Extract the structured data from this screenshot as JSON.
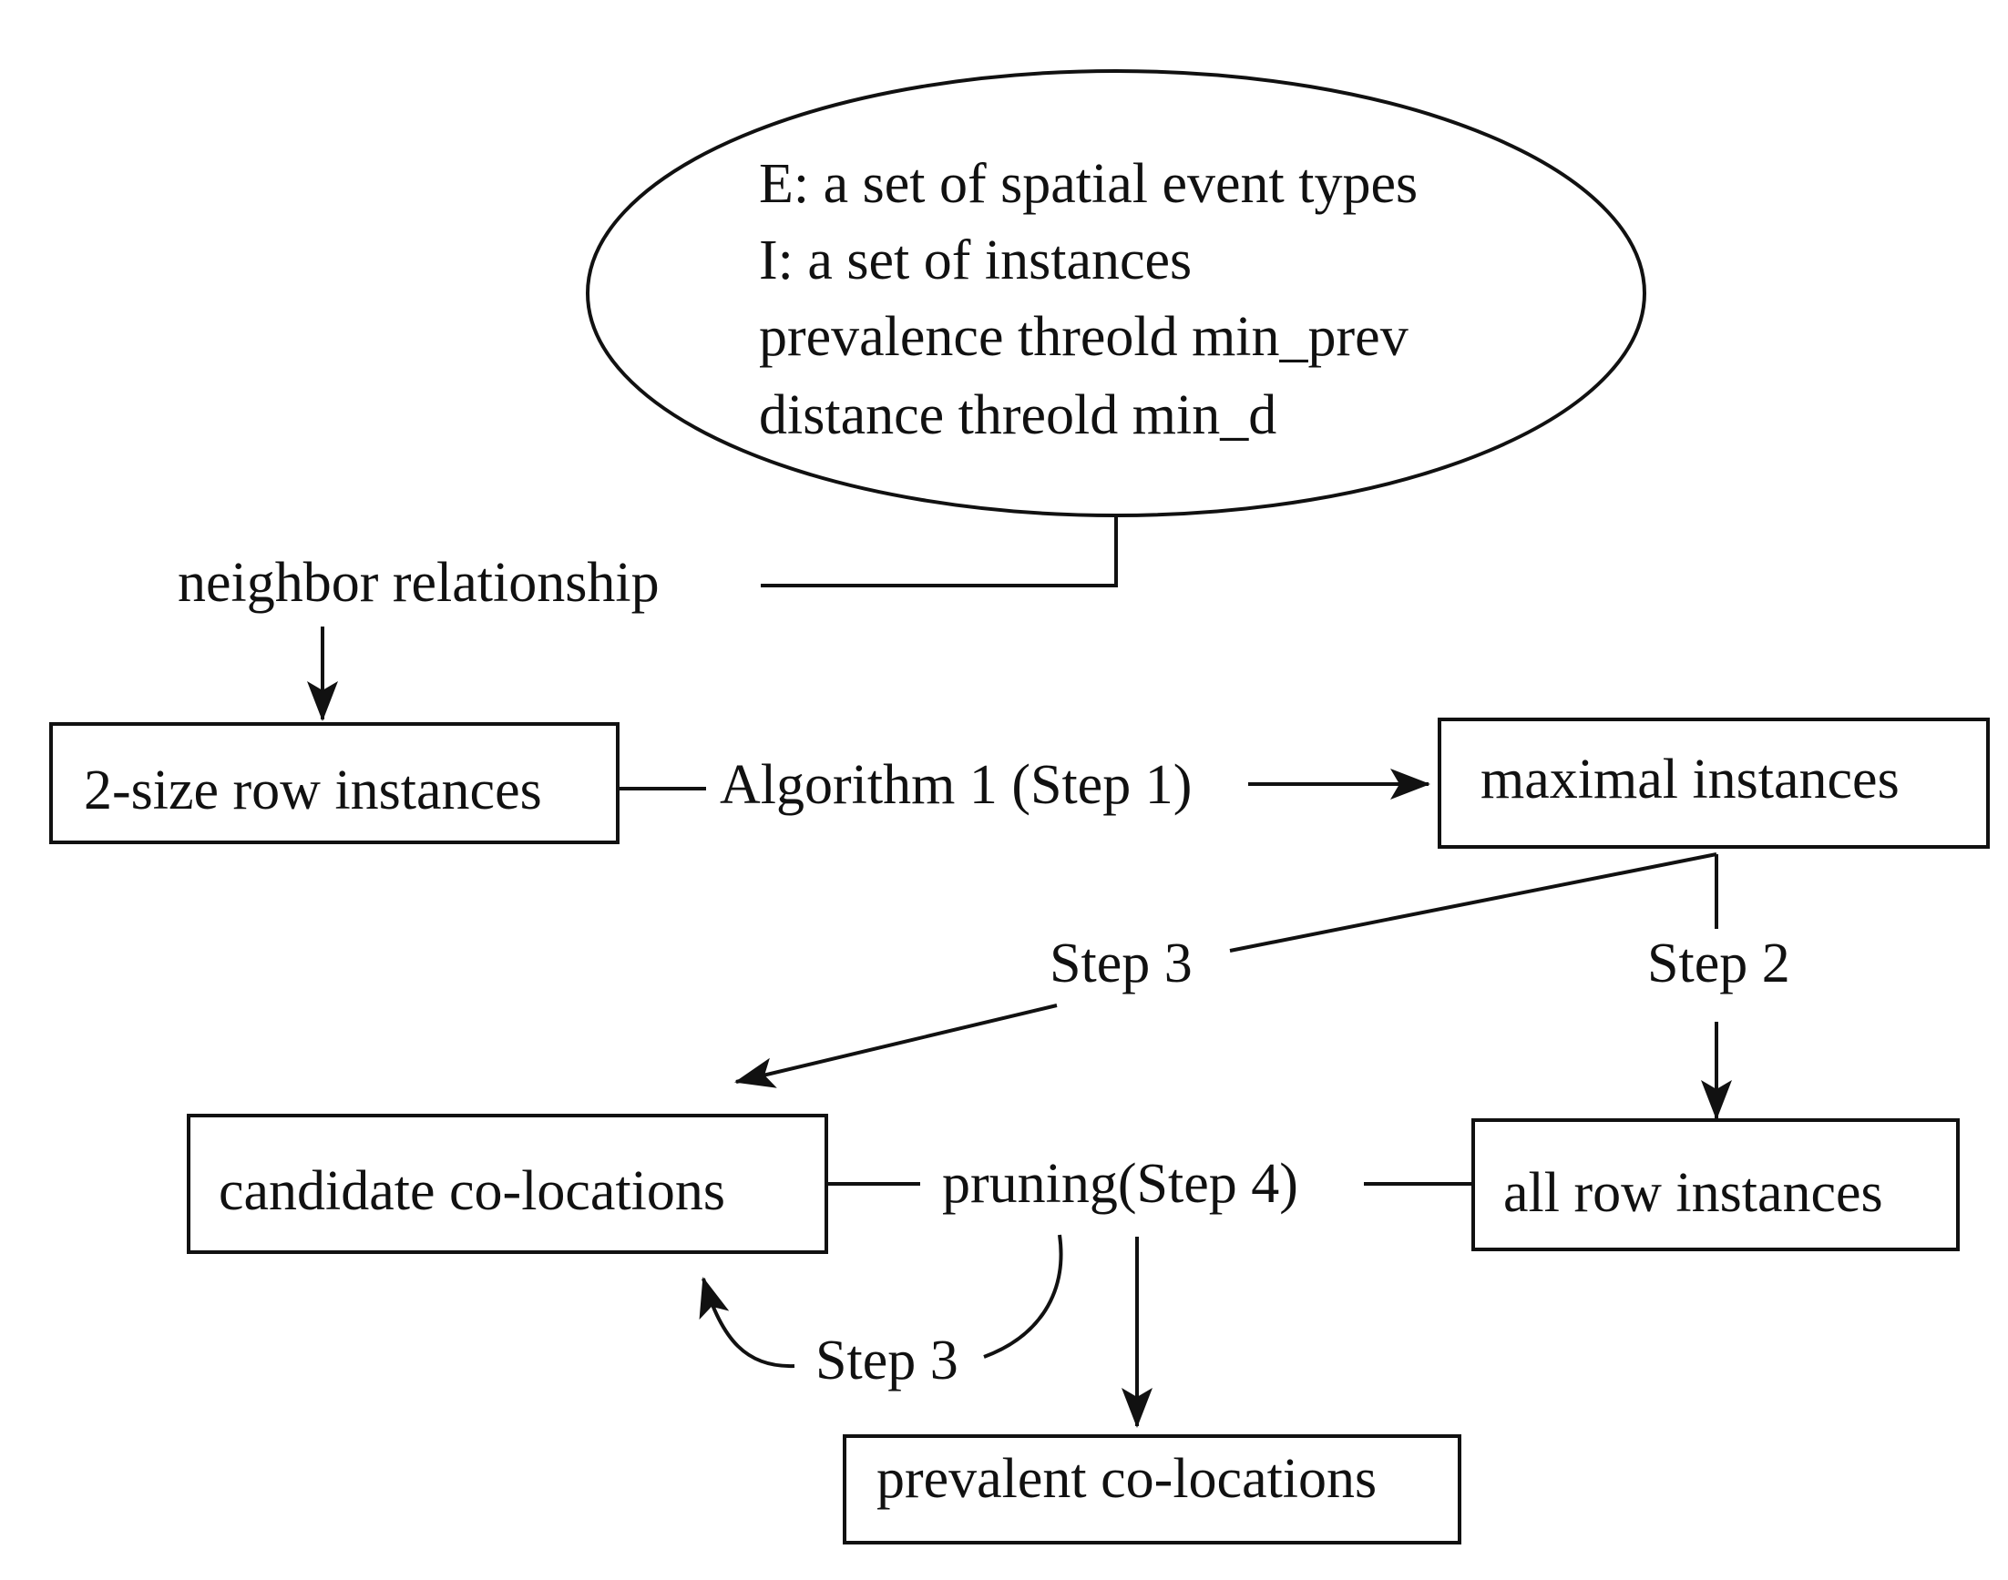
{
  "inputs": {
    "lines": [
      "E: a set of spatial event types",
      "I: a set of instances",
      "prevalence threold min_prev",
      "distance threold min_d"
    ]
  },
  "nodes": {
    "neighbor_relationship": "neighbor relationship",
    "row_instances_2size": "2-size row instances",
    "maximal_instances": "maximal instances",
    "candidate_colocations": "candidate co-locations",
    "all_row_instances": "all row instances",
    "prevalent_colocations": "prevalent co-locations"
  },
  "edges": {
    "algorithm1": "Algorithm 1 (Step 1)",
    "step3_upper": "Step 3",
    "step2": "Step 2",
    "pruning": "pruning(Step 4)",
    "step3_loop": "Step 3"
  },
  "colors": {
    "ink": "#111111",
    "background": "#ffffff"
  }
}
